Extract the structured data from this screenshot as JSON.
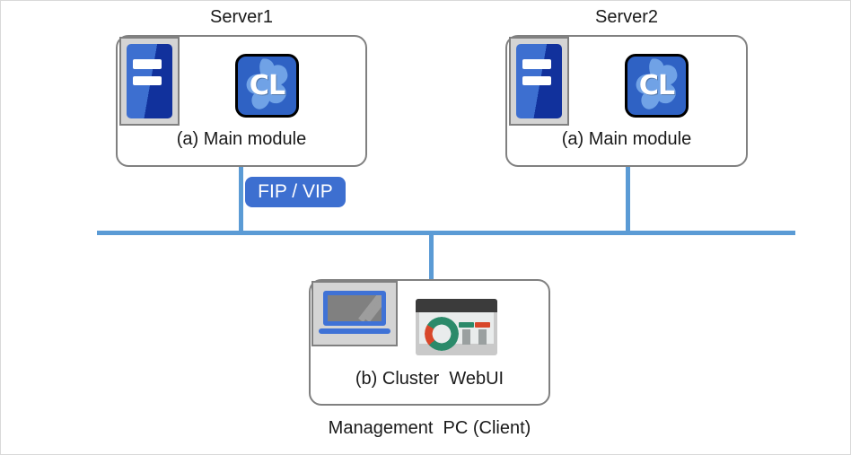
{
  "diagram": {
    "type": "cluster-topology",
    "nodes": {
      "server1": {
        "title": "Server1",
        "module_label": "(a) Main module",
        "server_icon_name": "server-icon",
        "cl_icon_name": "clusterpro-cl-icon",
        "cl_icon_text": "CL"
      },
      "server2": {
        "title": "Server2",
        "module_label": "(a) Main module",
        "server_icon_name": "server-icon",
        "cl_icon_name": "clusterpro-cl-icon",
        "cl_icon_text": "CL"
      },
      "management_pc": {
        "caption": "Management  PC (Client)",
        "webui_label": "(b) Cluster  WebUI",
        "laptop_icon_name": "laptop-icon",
        "browser_icon_name": "browser-window-icon"
      }
    },
    "network": {
      "pill_label": "FIP / VIP",
      "bus_name": "network-bus"
    },
    "colors": {
      "network_line": "#5b9bd5",
      "pill_background": "#3d6fd0",
      "pill_text": "#ffffff",
      "box_border": "#808080",
      "server_icon_blue": "#3d6fd0",
      "server_icon_dark_blue": "#11319c",
      "cl_icon_blue": "#2f62c4",
      "donut_green": "#2b8a6a",
      "donut_red": "#d8472a",
      "text": "#1a1a1a",
      "frame_border": "#d9d9d9"
    }
  }
}
